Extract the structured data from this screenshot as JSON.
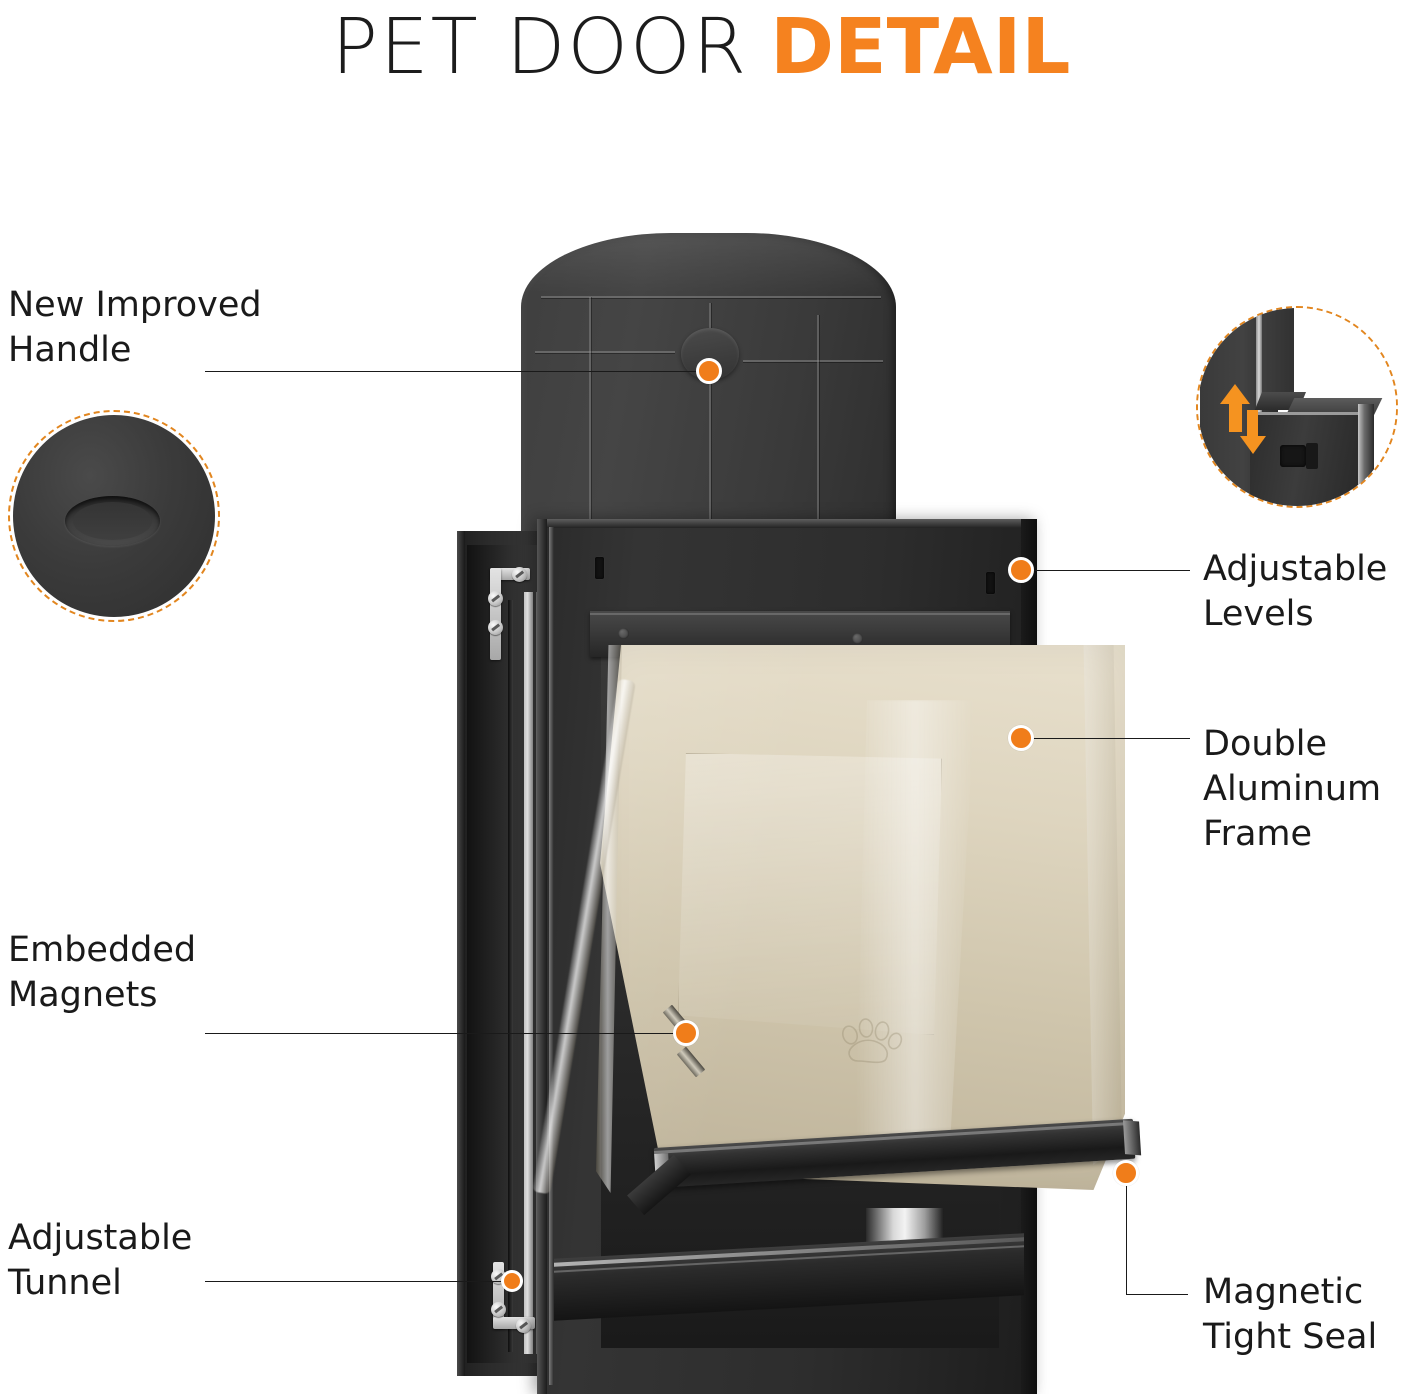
{
  "title": {
    "part1": "PET DOOR",
    "part2": "DETAIL",
    "accent_color": "#F5821F",
    "text_color": "#1a1a1a"
  },
  "callouts": [
    {
      "id": "new-improved-handle",
      "label": "New Improved\nHandle",
      "side": "left",
      "dot_color": "#F07D1A"
    },
    {
      "id": "embedded-magnets",
      "label": "Embedded\nMagnets",
      "side": "left",
      "dot_color": "#F07D1A"
    },
    {
      "id": "adjustable-tunnel",
      "label": "Adjustable\nTunnel",
      "side": "left",
      "dot_color": "#F07D1A"
    },
    {
      "id": "adjustable-levels",
      "label": "Adjustable\nLevels",
      "side": "right",
      "dot_color": "#F07D1A"
    },
    {
      "id": "double-aluminum-frame",
      "label": "Double\nAluminum\nFrame",
      "side": "right",
      "dot_color": "#F07D1A"
    },
    {
      "id": "magnetic-tight-seal",
      "label": "Magnetic\nTight Seal",
      "side": "right",
      "dot_color": "#F07D1A"
    }
  ],
  "detail_circles": [
    {
      "id": "handle-zoom",
      "depicts": "handle-closeup",
      "border_color": "#E2861F",
      "border_style": "dashed"
    },
    {
      "id": "levels-zoom",
      "depicts": "adjustable-levels-closeup",
      "border_color": "#E2861F",
      "border_style": "dashed",
      "arrows": [
        "arrow-up-icon",
        "arrow-down-icon"
      ],
      "arrow_color": "#F59320"
    }
  ],
  "product": {
    "name": "pet-door",
    "frame_color": "#2d2d2d",
    "flap_color": "#ded5bf"
  }
}
